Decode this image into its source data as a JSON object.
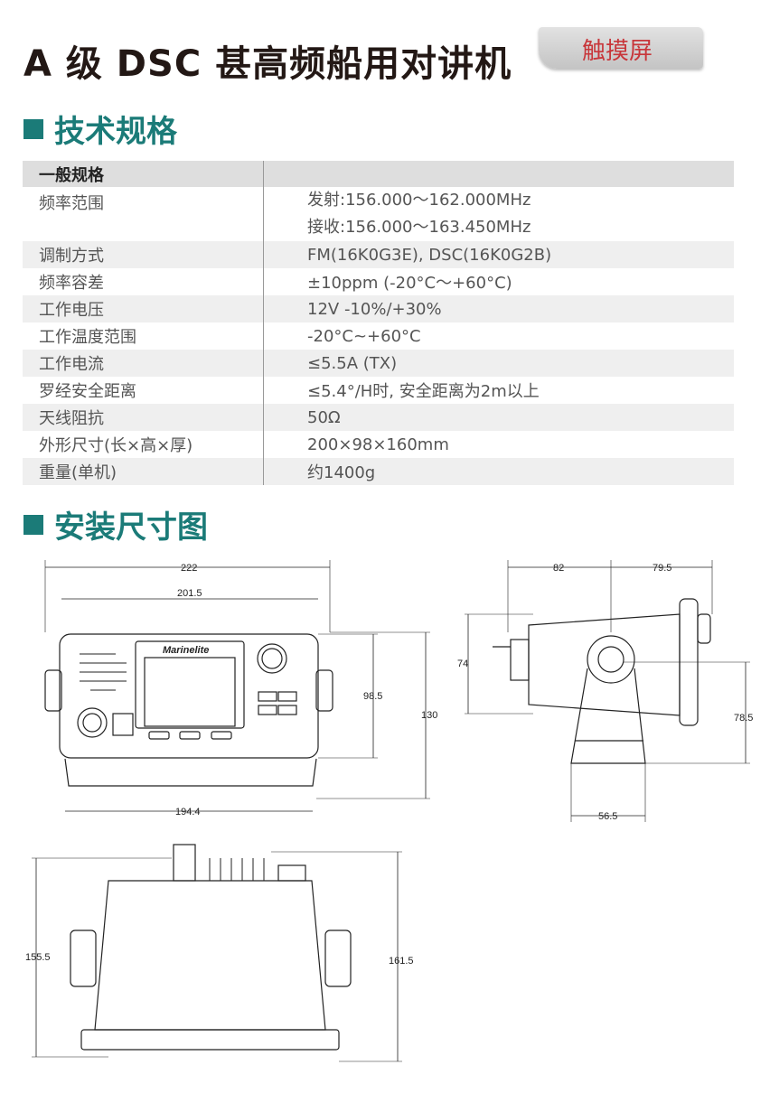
{
  "header": {
    "title": "A 级 DSC 甚高频船用对讲机",
    "badge": "触摸屏"
  },
  "sections": {
    "specs": "技术规格",
    "install": "安装尺寸图"
  },
  "table": {
    "group": "一般规格",
    "rows": [
      {
        "label": "频率范围",
        "values": [
          "发射:156.000～162.000MHz",
          "接收:156.000～163.450MHz"
        ]
      },
      {
        "label": "调制方式",
        "values": [
          "FM(16K0G3E), DSC(16K0G2B)"
        ]
      },
      {
        "label": "频率容差",
        "values": [
          "±10ppm (-20°C～+60°C)"
        ]
      },
      {
        "label": "工作电压",
        "values": [
          "12V -10%/+30%"
        ]
      },
      {
        "label": "工作温度范围",
        "values": [
          "-20°C~+60°C"
        ]
      },
      {
        "label": "工作电流",
        "values": [
          "≤5.5A (TX)"
        ]
      },
      {
        "label": "罗经安全距离",
        "values": [
          "≤5.4°/H时, 安全距离为2m以上"
        ]
      },
      {
        "label": "天线阻抗",
        "values": [
          "50Ω"
        ]
      },
      {
        "label": "外形尺寸(长×高×厚)",
        "values": [
          "200×98×160mm"
        ]
      },
      {
        "label": "重量(单机)",
        "values": [
          "约1400g"
        ]
      }
    ]
  },
  "drawings": {
    "front": {
      "w_total": "222",
      "w_inner": "201.5",
      "w_base": "194.4",
      "h_body": "98.5",
      "h_total": "130",
      "brand": "Marinelite"
    },
    "side": {
      "d1": "82",
      "d2": "79.5",
      "h1": "74",
      "h2": "78.5",
      "base": "56.5"
    },
    "bottom": {
      "h_left": "155.5",
      "h_right": "161.5"
    }
  }
}
